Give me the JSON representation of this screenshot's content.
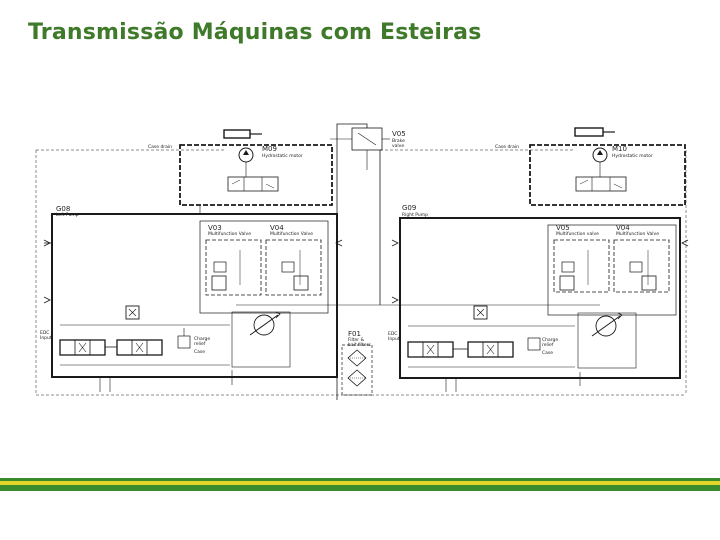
{
  "slide": {
    "title": "Transmissão Máquinas com Esteiras",
    "colors": {
      "title": "#3f7a2a",
      "footer_green": "#3a8a2e",
      "footer_yellow": "#e2d52a"
    }
  },
  "diagram": {
    "left_motor": {
      "code": "M09",
      "desc": "Hydrostatic motor",
      "case": "Case drain"
    },
    "right_motor": {
      "code": "M10",
      "desc": "Hydrostatic motor",
      "case": "Case drain"
    },
    "brake_valve": {
      "code": "V05",
      "desc1": "Brake",
      "desc2": "valve"
    },
    "left_pump": {
      "code": "G08",
      "desc": "Left Pump"
    },
    "right_pump": {
      "code": "G09",
      "desc": "Right Pump"
    },
    "left_valve_a": {
      "code": "V03",
      "desc": "Multifunction Valve"
    },
    "left_valve_b": {
      "code": "V04",
      "desc": "Multifunction Valve"
    },
    "right_valve_a": {
      "code": "V05",
      "desc": "Multifunction valve"
    },
    "right_valve_b": {
      "code": "V04",
      "desc": "Multifunction Valve"
    },
    "filter": {
      "code": "F01",
      "desc1": "Filter &",
      "desc2": "bait filters"
    },
    "edc_left": {
      "l1": "EDC",
      "l2": "Input"
    },
    "edc_right": {
      "l1": "EDC",
      "l2": "Input"
    },
    "charge_left": {
      "l1": "Charge",
      "l2": "relief",
      "case": "Case"
    },
    "charge_right": {
      "l1": "Charge",
      "l2": "relief",
      "case": "Case"
    }
  }
}
